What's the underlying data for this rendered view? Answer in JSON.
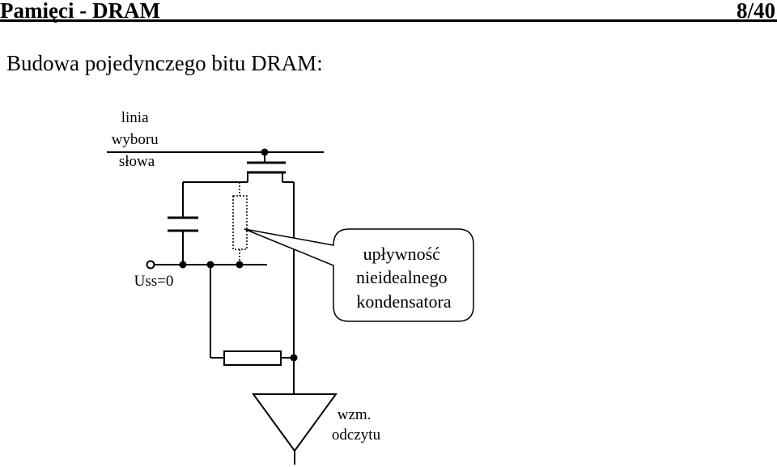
{
  "header": {
    "title": "Pamięci - DRAM",
    "page": "8/40"
  },
  "subtitle": "Budowa pojedynczego bitu DRAM:",
  "diagram": {
    "word_line_label": [
      "linia",
      "wyboru",
      "słowa"
    ],
    "ground_label": "Uss=0",
    "callout_label": [
      "upływność",
      "nieidealnego",
      "kondensatora"
    ],
    "amplifier_label": [
      "wzm.",
      "odczytu"
    ]
  }
}
